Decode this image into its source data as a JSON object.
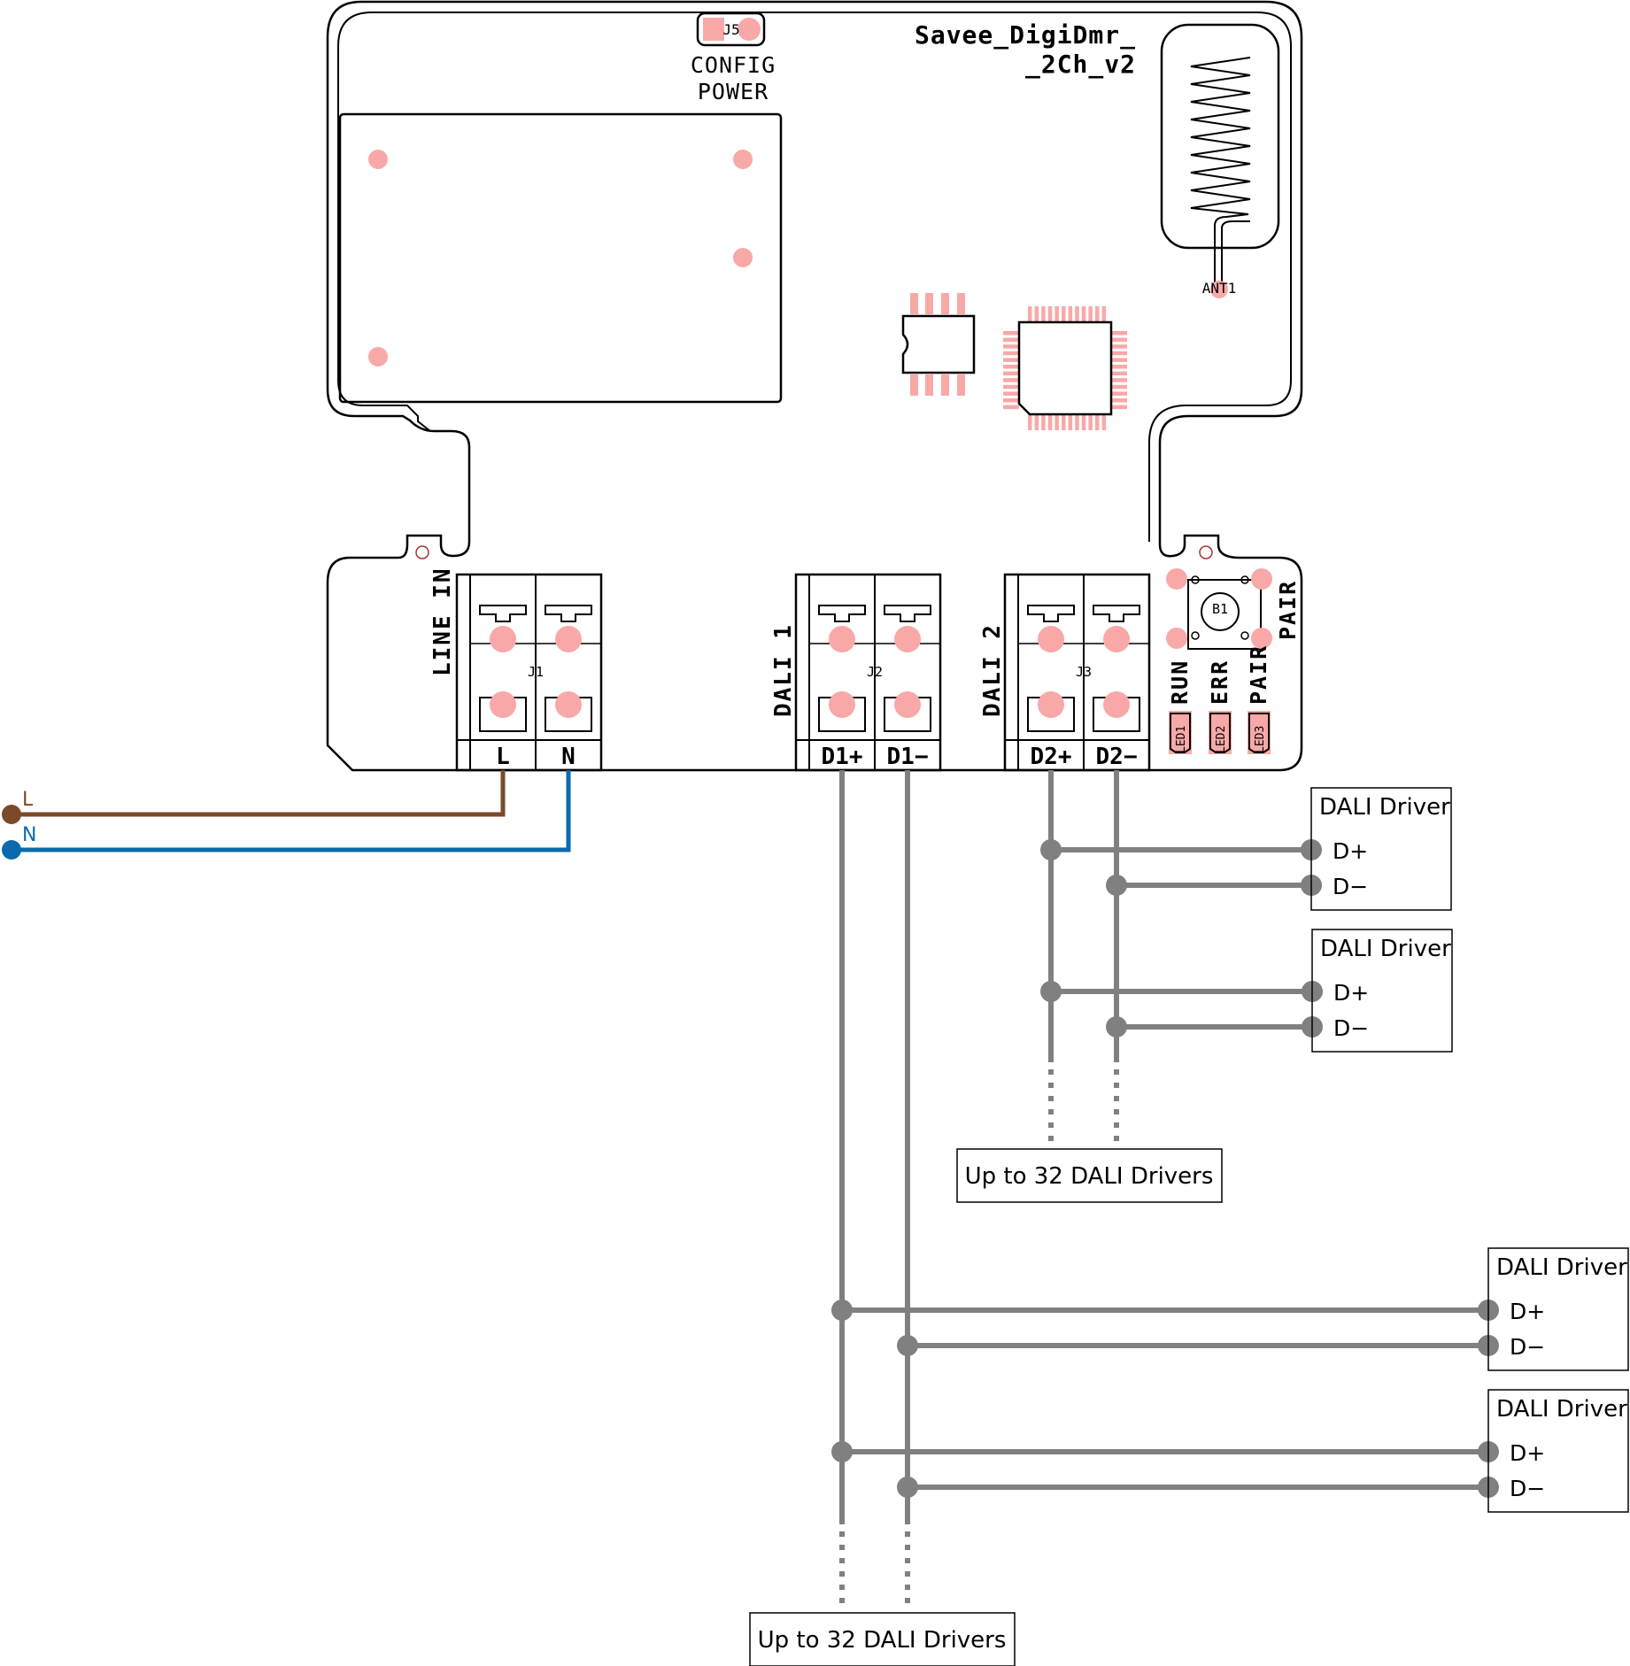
{
  "board": {
    "name_line1": "Savee_DigiDmr_",
    "name_line2": "_2Ch_v2",
    "antenna_label": "ANT1",
    "jumper_label": "J5",
    "config_label": "CONFIG",
    "power_label": "POWER"
  },
  "terminals": {
    "j1": {
      "ref": "J1",
      "title": "LINE IN",
      "pin1": "L",
      "pin2": "N"
    },
    "j2": {
      "ref": "J2",
      "title": "DALI 1",
      "pin1": "D1+",
      "pin2": "D1−"
    },
    "j3": {
      "ref": "J3",
      "title": "DALI 2",
      "pin1": "D2+",
      "pin2": "D2−"
    }
  },
  "button": {
    "ref": "B1",
    "label": "PAIR"
  },
  "leds": [
    {
      "ref": "LED1",
      "label": "RUN"
    },
    {
      "ref": "LED2",
      "label": "ERR"
    },
    {
      "ref": "LED3",
      "label": "PAIR"
    }
  ],
  "mains": {
    "live_label": "L",
    "neutral_label": "N"
  },
  "drivers": [
    {
      "title": "DALI Driver",
      "plus": "D+",
      "minus": "D−"
    },
    {
      "title": "DALI Driver",
      "plus": "D+",
      "minus": "D−"
    },
    {
      "title": "DALI Driver",
      "plus": "D+",
      "minus": "D−"
    },
    {
      "title": "DALI Driver",
      "plus": "D+",
      "minus": "D−"
    }
  ],
  "notes": {
    "bus2_capacity": "Up to 32 DALI Drivers",
    "bus1_capacity": "Up to 32 DALI Drivers"
  },
  "colors": {
    "outline": "#000000",
    "pad": "#f9a8a8",
    "live_wire": "#7a4a2a",
    "neutral_wire": "#0a6aad",
    "bus_wire": "#808080"
  }
}
